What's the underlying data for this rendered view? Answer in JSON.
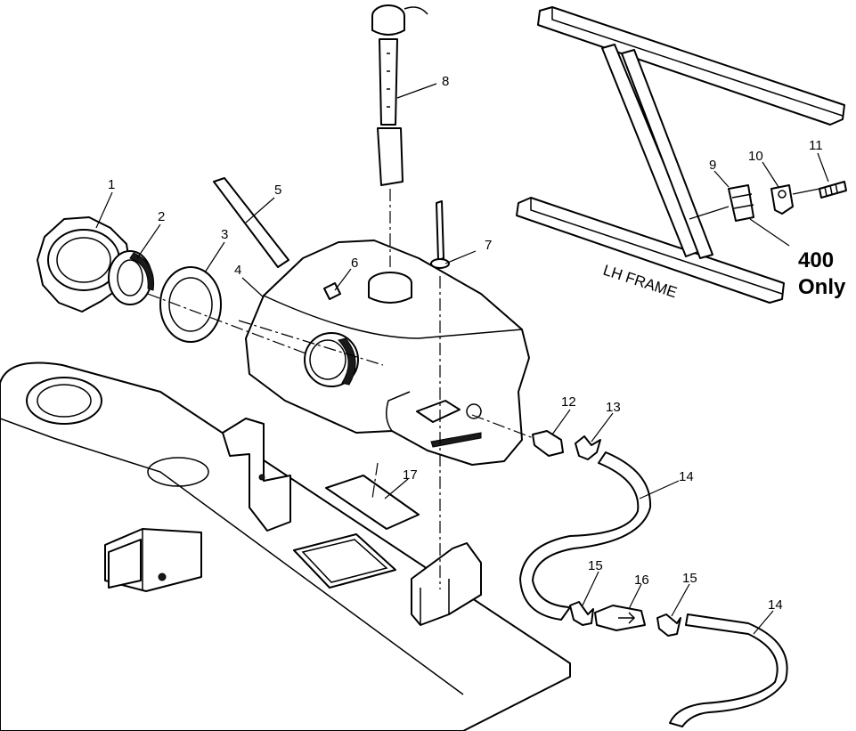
{
  "callouts": {
    "c1": "1",
    "c2": "2",
    "c3": "3",
    "c4": "4",
    "c5": "5",
    "c6": "6",
    "c7": "7",
    "c8": "8",
    "c9": "9",
    "c10": "10",
    "c11": "11",
    "c12": "12",
    "c13": "13",
    "c14a": "14",
    "c14b": "14",
    "c15a": "15",
    "c15b": "15",
    "c16": "16",
    "c17": "17"
  },
  "labels": {
    "lh_frame": "LH FRAME",
    "note_line1": "400",
    "note_line2": "Only"
  }
}
